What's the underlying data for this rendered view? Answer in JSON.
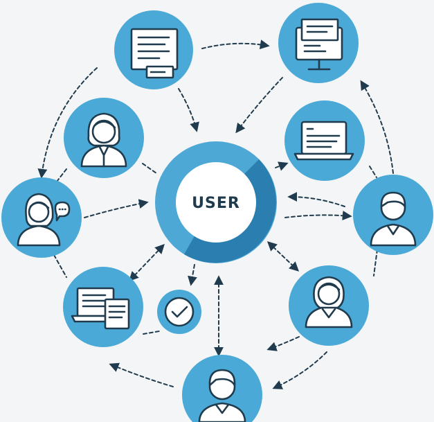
{
  "center": {
    "label": "USER"
  },
  "colors": {
    "node_fill": "#4aa9d6",
    "ring_light": "#4ea8d5",
    "ring_dark": "#2a7fb0",
    "ink": "#1f3b4d",
    "background": "#f4f5f6"
  },
  "nodes": [
    {
      "name": "document-node",
      "icon": "document-icon"
    },
    {
      "name": "monitor-node",
      "icon": "desktop-monitor-icon"
    },
    {
      "name": "woman-node",
      "icon": "woman-avatar-icon"
    },
    {
      "name": "laptop-node",
      "icon": "laptop-icon"
    },
    {
      "name": "chat-user-node",
      "icon": "chat-avatar-icon"
    },
    {
      "name": "man-node-right",
      "icon": "man-avatar-icon"
    },
    {
      "name": "files-node",
      "icon": "laptop-files-icon"
    },
    {
      "name": "check-node",
      "icon": "checkmark-icon"
    },
    {
      "name": "woman-node-lower",
      "icon": "woman-avatar-icon"
    },
    {
      "name": "man-node-bottom",
      "icon": "man-avatar-icon"
    }
  ]
}
